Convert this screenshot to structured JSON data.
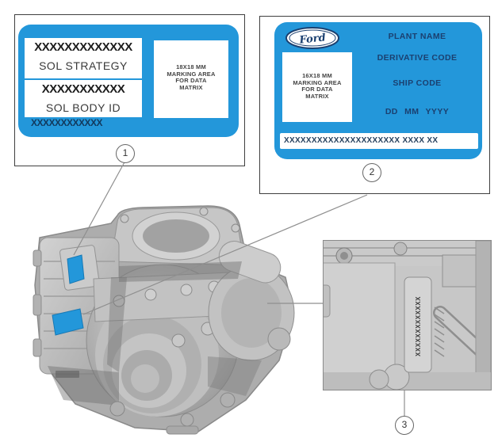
{
  "figure": {
    "callouts": {
      "one": "1",
      "two": "2",
      "three": "3"
    },
    "label1": {
      "line1_x": "XXXXXXXXXXXXX",
      "sol_strategy": "SOL STRATEGY",
      "line2_x": "XXXXXXXXXXX",
      "sol_body_id": "SOL BODY ID",
      "bottom_x": "XXXXXXXXXXXX",
      "marking_area": {
        "l1": "18X18 MM",
        "l2": "MARKING AREA",
        "l3": "FOR DATA",
        "l4": "MATRIX"
      }
    },
    "label2": {
      "brand": "Ford",
      "plant_name": "PLANT NAME",
      "derivative_code": "DERIVATIVE CODE",
      "ship_code": "SHIP CODE",
      "date_format": "DD MM YYYY",
      "serial": "XXXXXXXXXXXXXXXXXXXXX XXXX XX",
      "marking_area": {
        "l1": "16X18 MM",
        "l2": "MARKING AREA",
        "l3": "FOR DATA",
        "l4": "MATRIX"
      }
    },
    "detail3": {
      "stamped_code": "XXXXXXXXXXXXX"
    },
    "colors": {
      "label_blue": "#2397DA",
      "navy": "#1B4070",
      "frame": "#3F3F3F",
      "leader": "#8F8F8F"
    }
  }
}
